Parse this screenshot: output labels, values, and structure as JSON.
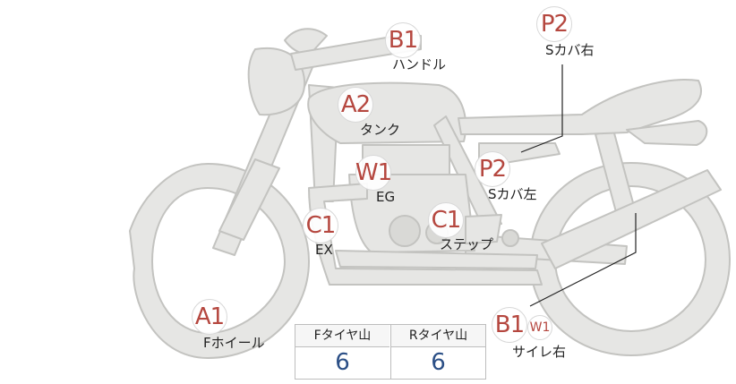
{
  "parts": [
    {
      "id": "handle",
      "code": "B1",
      "label": "ハンドル",
      "extra": ""
    },
    {
      "id": "tank",
      "code": "A2",
      "label": "タンク",
      "extra": ""
    },
    {
      "id": "engine",
      "code": "W1",
      "label": "EG",
      "extra": ""
    },
    {
      "id": "exhaust",
      "code": "C1",
      "label": "EX",
      "extra": ""
    },
    {
      "id": "front_wheel",
      "code": "A1",
      "label": "Fホイール",
      "extra": ""
    },
    {
      "id": "step",
      "code": "C1",
      "label": "ステップ",
      "extra": ""
    },
    {
      "id": "side_cover_left",
      "code": "P2",
      "label": "Sカバ左",
      "extra": ""
    },
    {
      "id": "side_cover_right",
      "code": "P2",
      "label": "Sカバ右",
      "extra": ""
    },
    {
      "id": "muffler_right",
      "code": "B1",
      "label": "サイレ右",
      "extra": "W1"
    }
  ],
  "tread": {
    "front_header": "Fタイヤ山",
    "rear_header": "Rタイヤ山",
    "front_value": "6",
    "rear_value": "6"
  },
  "colors": {
    "body": "#e6e6e4",
    "outline": "#c3c3c0",
    "code": "#b5473f",
    "value": "#2b4f86"
  }
}
